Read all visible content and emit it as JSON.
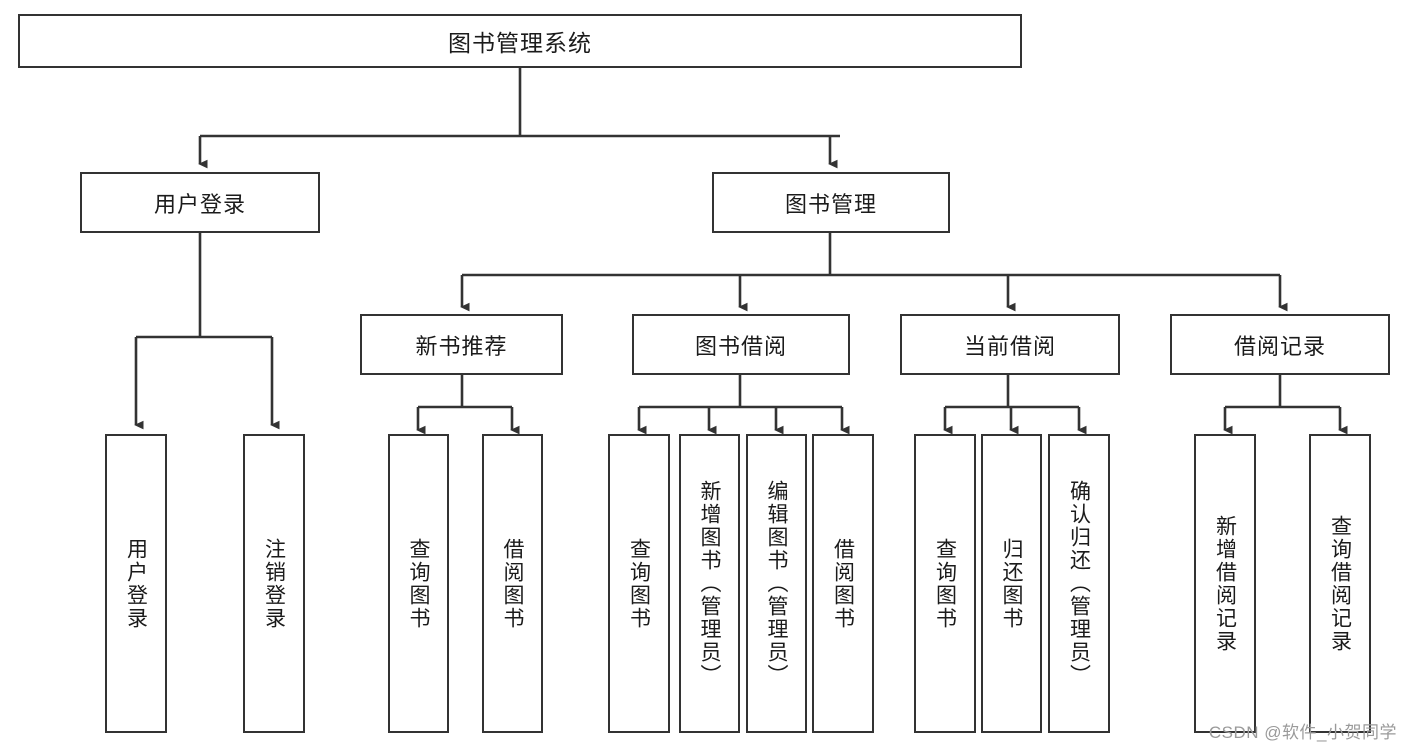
{
  "diagram": {
    "type": "tree-hierarchy-chart",
    "title": "图书管理系统",
    "stroke_color": "#333333",
    "background_color": "#ffffff",
    "text_color": "#1b1b1b",
    "root": {
      "label": "图书管理系统"
    },
    "level2": [
      {
        "label": "用户登录"
      },
      {
        "label": "图书管理"
      }
    ],
    "level3": [
      {
        "label": "新书推荐"
      },
      {
        "label": "图书借阅"
      },
      {
        "label": "当前借阅"
      },
      {
        "label": "借阅记录"
      }
    ],
    "leaves": {
      "user_login": [
        {
          "label": "用户登录"
        },
        {
          "label": "注销登录"
        }
      ],
      "new_book_recommend": [
        {
          "label": "查询图书"
        },
        {
          "label": "借阅图书"
        }
      ],
      "book_borrow": [
        {
          "label": "查询图书"
        },
        {
          "label": "新增图书（管理员）"
        },
        {
          "label": "编辑图书（管理员）"
        },
        {
          "label": "借阅图书"
        }
      ],
      "current_borrow": [
        {
          "label": "查询图书"
        },
        {
          "label": "归还图书"
        },
        {
          "label": "确认归还（管理员）"
        }
      ],
      "borrow_record": [
        {
          "label": "新增借阅记录"
        },
        {
          "label": "查询借阅记录"
        }
      ]
    }
  },
  "watermark": {
    "text": "CSDN @软件_小贺同学"
  }
}
